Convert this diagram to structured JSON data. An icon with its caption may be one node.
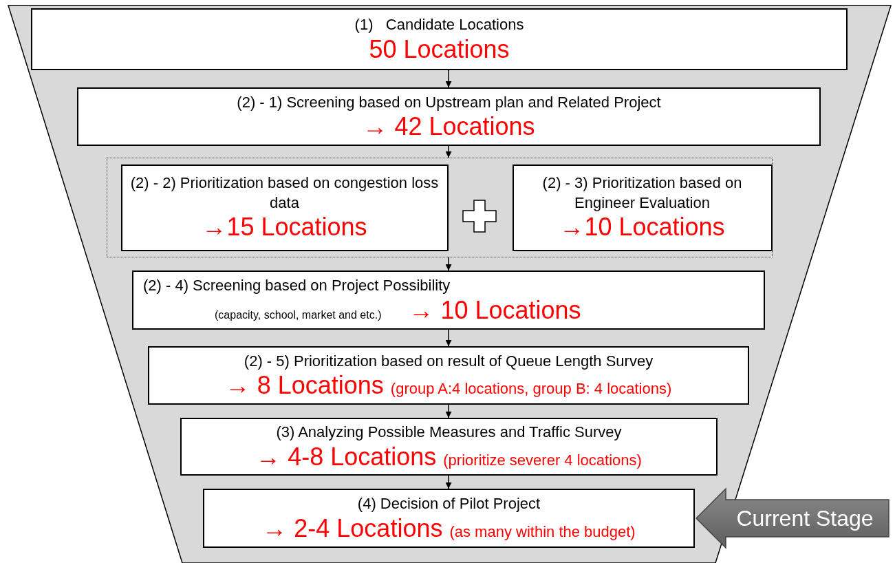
{
  "diagram": {
    "nodes": [
      {
        "text": [
          "(1)   Candidate Locations",
          "50 Locations"
        ]
      },
      {
        "text": [
          "(2) - 1) Screening based on Upstream plan and Related Project",
          "→ 42 Locations"
        ]
      },
      {
        "text": [],
        "shape": "box"
      },
      {
        "text": [
          "(2) - 2) Prioritization based on congestion loss data",
          "→15 Locations"
        ],
        "in": 2
      },
      {
        "text": [
          "(2) - 3) Prioritization based on Engineer Evaluation",
          "→10 Locations"
        ],
        "in": 2
      },
      {
        "text": [
          "(2) - 4) Screening based on Project Possibility",
          "(capacity, school, market and etc.)",
          "→ 10 Locations"
        ]
      },
      {
        "text": [
          "(2) - 5) Prioritization based on result of Queue Length Survey",
          "→ 8 Locations",
          "(group A:4 locations, group B: 4 locations)"
        ]
      },
      {
        "text": [
          "(3) Analyzing Possible Measures and Traffic Survey",
          "→ 4-8 Locations",
          "(prioritize severer 4 locations)"
        ]
      },
      {
        "text": [
          "(4) Decision of Pilot Project",
          "→ 2-4 Locations",
          "(as many within the budget)"
        ]
      },
      {
        "text": [
          "Current Stage"
        ]
      }
    ],
    "edges": [
      {
        "from": 0,
        "to": 1,
        "arrow": "to"
      },
      {
        "from": 1,
        "to": 2,
        "arrow": "to"
      },
      {
        "from": 2,
        "to": 5,
        "arrow": "to"
      },
      {
        "from": 5,
        "to": 6,
        "arrow": "to"
      },
      {
        "from": 6,
        "to": 7,
        "arrow": "to"
      },
      {
        "from": 7,
        "to": 8,
        "arrow": "to"
      }
    ]
  }
}
